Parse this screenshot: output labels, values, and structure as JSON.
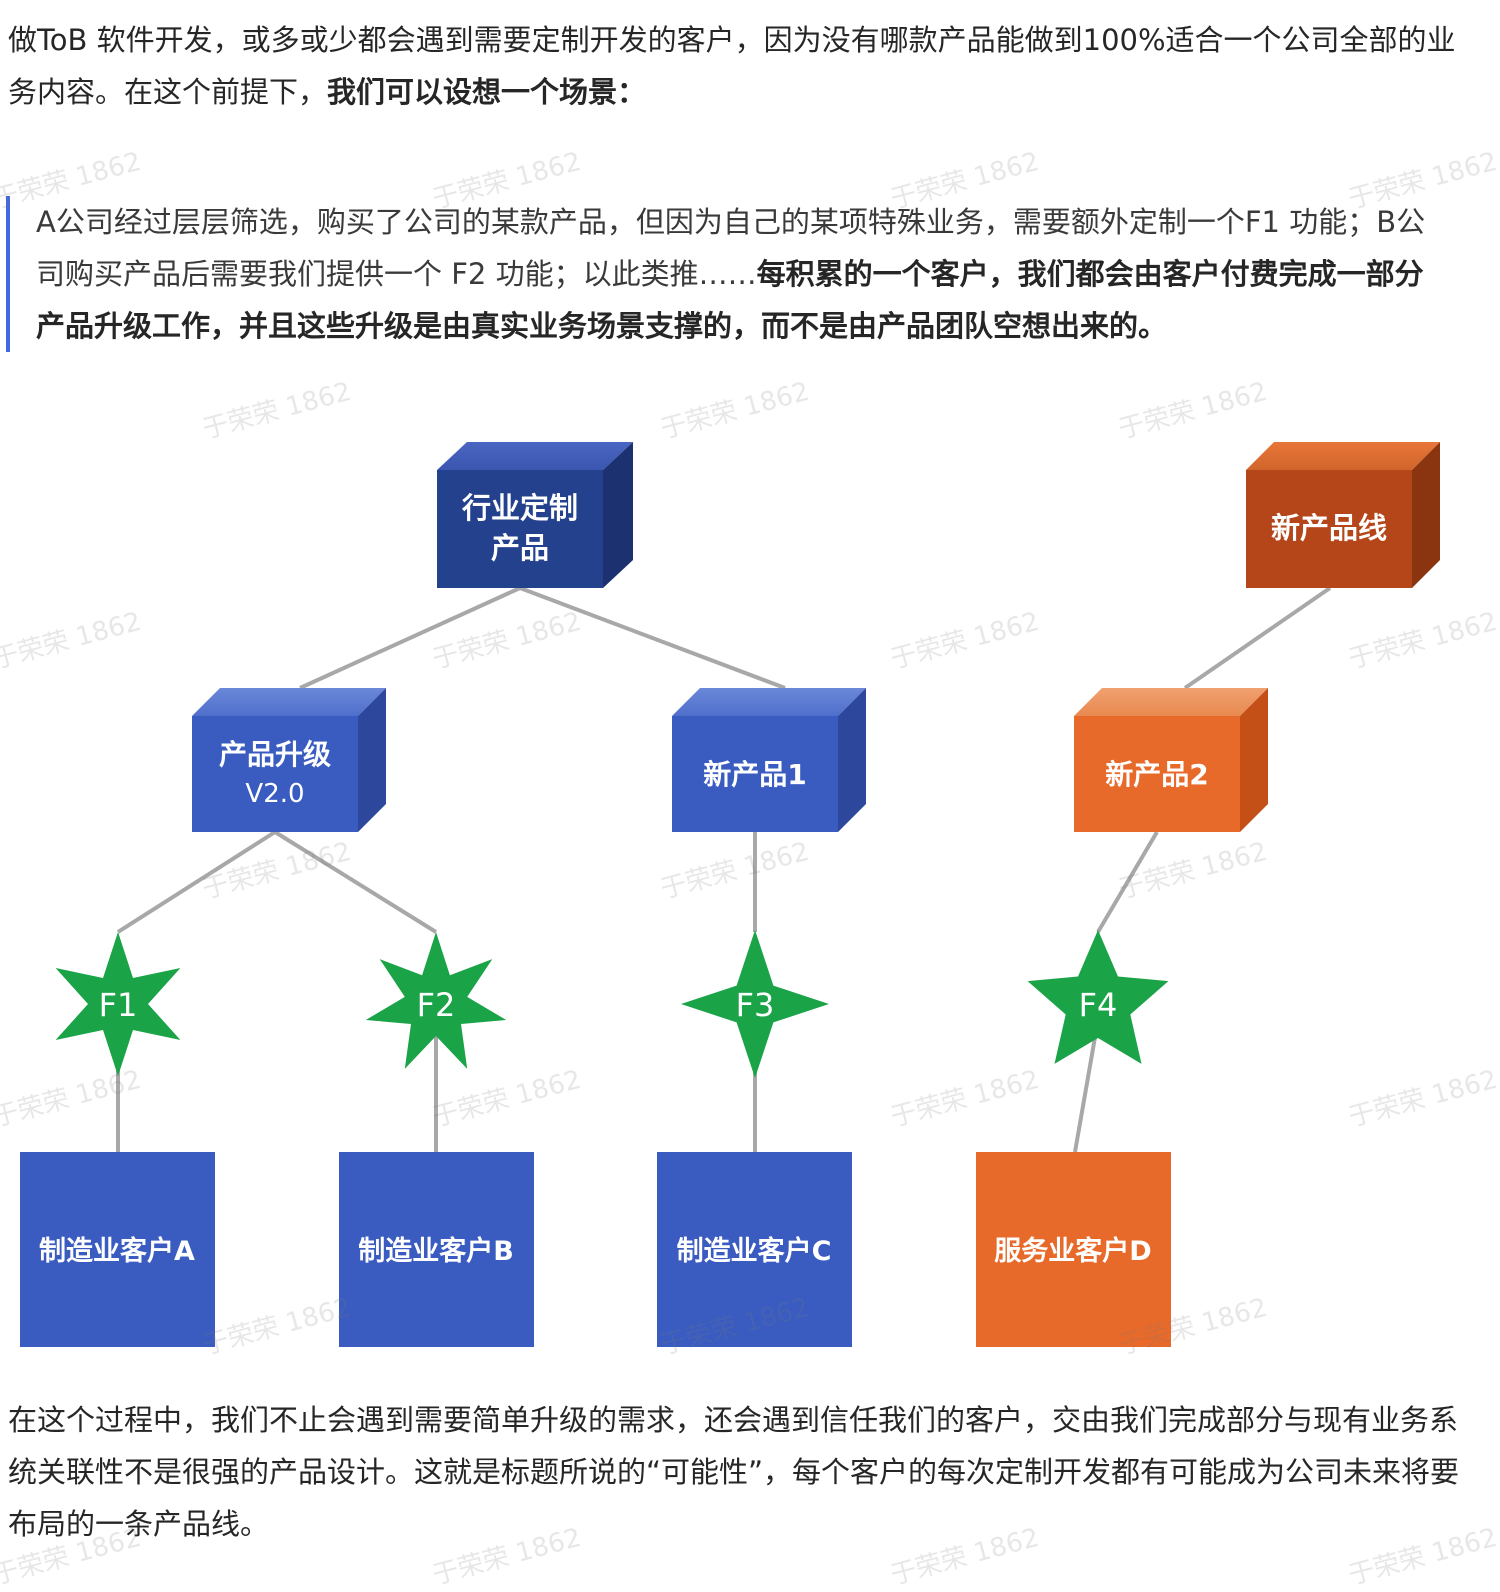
{
  "intro": {
    "text_normal": "做ToB 软件开发，或多或少都会遇到需要定制开发的客户，因为没有哪款产品能做到100%适合一个公司全部的业务内容。在这个前提下，",
    "text_bold": "我们可以设想一个场景："
  },
  "quote": {
    "text_normal": "A公司经过层层筛选，购买了公司的某款产品，但因为自己的某项特殊业务，需要额外定制一个F1 功能；B公司购买产品后需要我们提供一个 F2 功能；以此类推……",
    "text_bold": "每积累的一个客户，我们都会由客户付费完成一部分产品升级工作，并且这些升级是由真实业务场景支撑的，而不是由产品团队空想出来的。"
  },
  "diagram": {
    "colors": {
      "blue_dark": "#2a4a9a",
      "blue": "#3a5cc0",
      "orange_dark": "#c2531b",
      "orange": "#e86a2a",
      "green": "#1aa347",
      "line": "#a8a8a8"
    },
    "nodes": {
      "root": {
        "line1": "行业定制",
        "line2": "产品"
      },
      "upgrade": {
        "line1": "产品升级",
        "line2": "V2.0"
      },
      "newprod1": {
        "label": "新产品1"
      },
      "newline": {
        "label": "新产品线"
      },
      "newprod2": {
        "label": "新产品2"
      },
      "f1": "F1",
      "f2": "F2",
      "f3": "F3",
      "f4": "F4",
      "custA": "制造业客户A",
      "custB": "制造业客户B",
      "custC": "制造业客户C",
      "custD": "服务业客户D"
    }
  },
  "conclusion": {
    "text": "在这个过程中，我们不止会遇到需要简单升级的需求，还会遇到信任我们的客户，交由我们完成部分与现有业务系统关联性不是很强的产品设计。这就是标题所说的“可能性”，每个客户的每次定制开发都有可能成为公司未来将要布局的一条产品线。"
  },
  "watermark": "于荣荣 1862"
}
